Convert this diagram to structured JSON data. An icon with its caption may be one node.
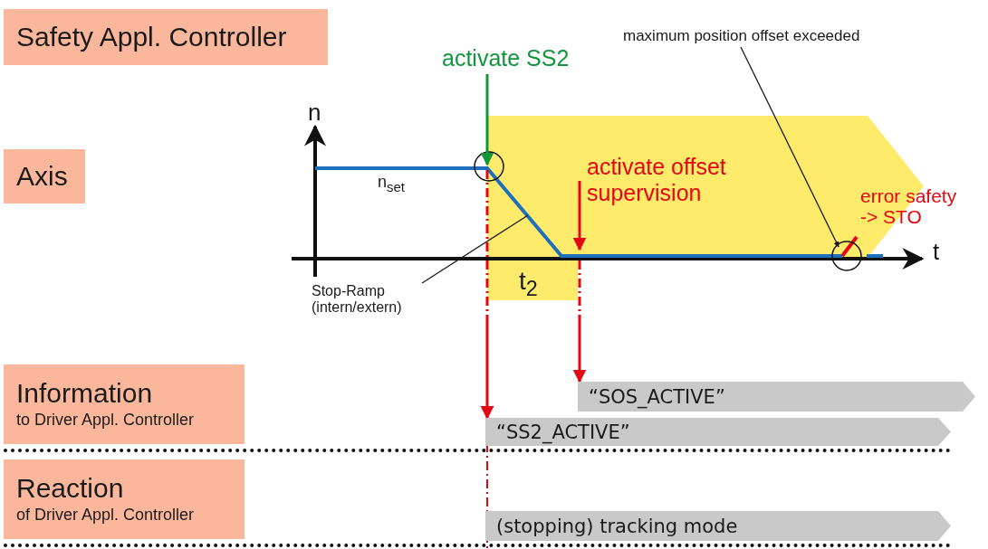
{
  "diagram": {
    "nodes": [
      {
        "text": [
          "Safety Appl. Controller"
        ]
      },
      {
        "text": [
          "activate SS2"
        ]
      },
      {
        "text": [
          "maximum position offset exceeded"
        ]
      },
      {
        "text": [
          "Axis"
        ]
      },
      {
        "text": [
          "t$_{2}$"
        ]
      },
      {
        "text": [
          "activate offset supervision"
        ],
        "in": 4
      },
      {
        "text": [
          "Stop-Ramp (intern/extern)"
        ]
      },
      {
        "text": [
          "Information",
          "to Driver Appl. Controller"
        ]
      },
      {
        "text": [
          "“SOS_ACTIVE”"
        ]
      },
      {
        "text": [
          "“SS2_ACTIVE”"
        ]
      },
      {
        "text": [
          "Reaction",
          "of Driver Appl. Controller"
        ]
      },
      {
        "text": [
          "(stopping) tracking mode"
        ]
      }
    ],
    "edges": [
      {
        "from": 1,
        "to": 4,
        "arrow": "to",
        "color": "#12963c"
      },
      {
        "from": 5,
        "to": 4,
        "arrow": "to",
        "color": "#e30613"
      },
      {
        "from": 4,
        "to": 8,
        "arrow": "to",
        "style": "dashed",
        "color": "#e30613"
      },
      {
        "from": 4,
        "to": 9,
        "arrow": "to",
        "style": "dashed",
        "color": "#e30613"
      },
      {
        "from": 6,
        "to": 4,
        "arrow": "none",
        "color": "#1a1a1a"
      },
      {
        "from": 2,
        "to": 4,
        "arrow": "to",
        "color": "#1a1a1a"
      }
    ],
    "labels": [
      "n",
      "n$_{set}$",
      "t",
      "error safety -> STO"
    ]
  }
}
